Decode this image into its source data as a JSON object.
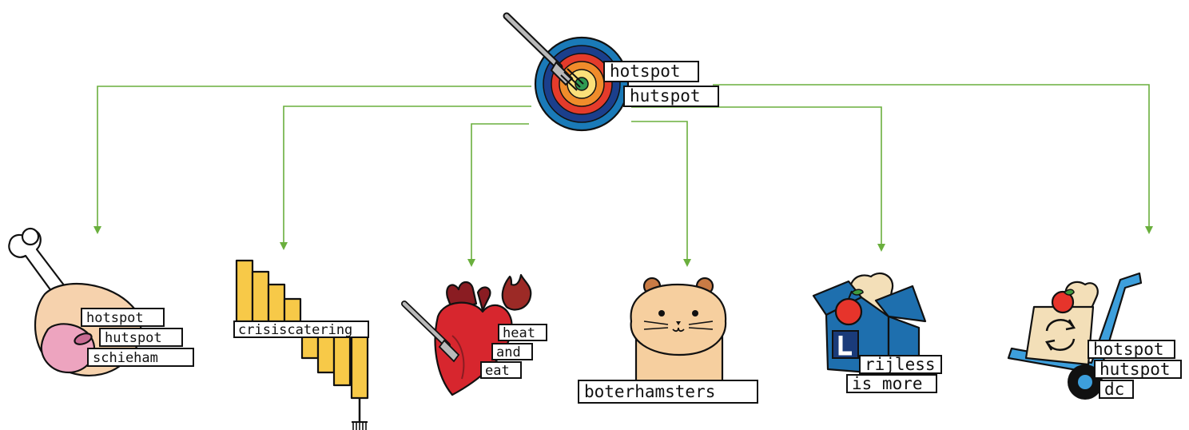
{
  "colors": {
    "connector": "#6aaf3d",
    "ham": "#f6d2ad",
    "ham_cut": "#eda4bf",
    "crisis_bars": "#f7c948",
    "heart": "#d7262e",
    "hamster": "#f6cf9f",
    "box_blue": "#1e6fae",
    "cart_blue": "#3d9fdc",
    "target_rings": [
      "#1a7ab8",
      "#1b3f8c",
      "#e43b2b",
      "#f08c2b",
      "#fbe07a",
      "#2f9a52"
    ]
  },
  "root": {
    "name": "hotspot-hutspot",
    "icon": "target-fork-icon",
    "labels": [
      "hotspot",
      "hutspot"
    ]
  },
  "children": [
    {
      "name": "schieham",
      "icon": "ham-icon",
      "labels": [
        "hotspot",
        "hutspot",
        "schieham"
      ]
    },
    {
      "name": "crisiscatering",
      "icon": "bar-steps-fork-icon",
      "labels": [
        "crisiscatering"
      ]
    },
    {
      "name": "heat-and-eat",
      "icon": "heart-flame-icon",
      "labels": [
        "heat",
        "and",
        "eat"
      ]
    },
    {
      "name": "boterhamsters",
      "icon": "hamster-icon",
      "labels": [
        "boterhamsters"
      ]
    },
    {
      "name": "rijless-is-more",
      "icon": "food-box-icon",
      "labels": [
        "rijless",
        "is more"
      ]
    },
    {
      "name": "hotspot-hutspot-dc",
      "icon": "hand-truck-icon",
      "labels": [
        "hotspot",
        "hutspot",
        "dc"
      ]
    }
  ]
}
